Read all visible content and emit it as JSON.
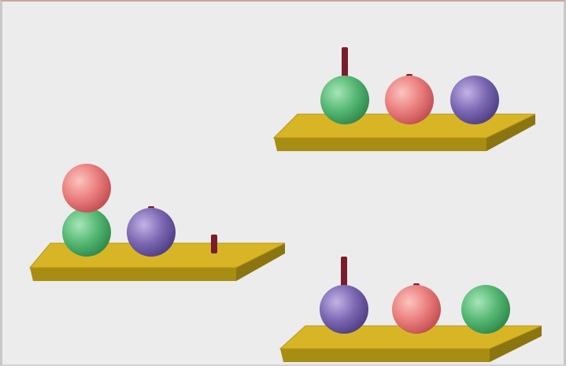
{
  "colors": {
    "background": "#ececec",
    "board_top": "#d8b525",
    "board_front": "#a78d12",
    "board_side": "#8b7510",
    "peg": "#7a1d2b",
    "green": "#56b774",
    "red": "#ea7e7d",
    "purple": "#7c68b3"
  },
  "boards": [
    {
      "id": "left",
      "pegs": [
        {
          "height": 3,
          "balls": [
            "green",
            "red"
          ]
        },
        {
          "height": 2,
          "balls": [
            "purple"
          ]
        },
        {
          "height": 1,
          "balls": []
        }
      ]
    },
    {
      "id": "top-right",
      "pegs": [
        {
          "height": 3,
          "balls": [
            "green"
          ]
        },
        {
          "height": 2,
          "balls": [
            "red"
          ]
        },
        {
          "height": 1,
          "balls": [
            "purple"
          ]
        }
      ]
    },
    {
      "id": "bottom-right",
      "pegs": [
        {
          "height": 3,
          "balls": [
            "purple"
          ]
        },
        {
          "height": 2,
          "balls": [
            "red"
          ]
        },
        {
          "height": 1,
          "balls": [
            "green"
          ]
        }
      ]
    }
  ]
}
